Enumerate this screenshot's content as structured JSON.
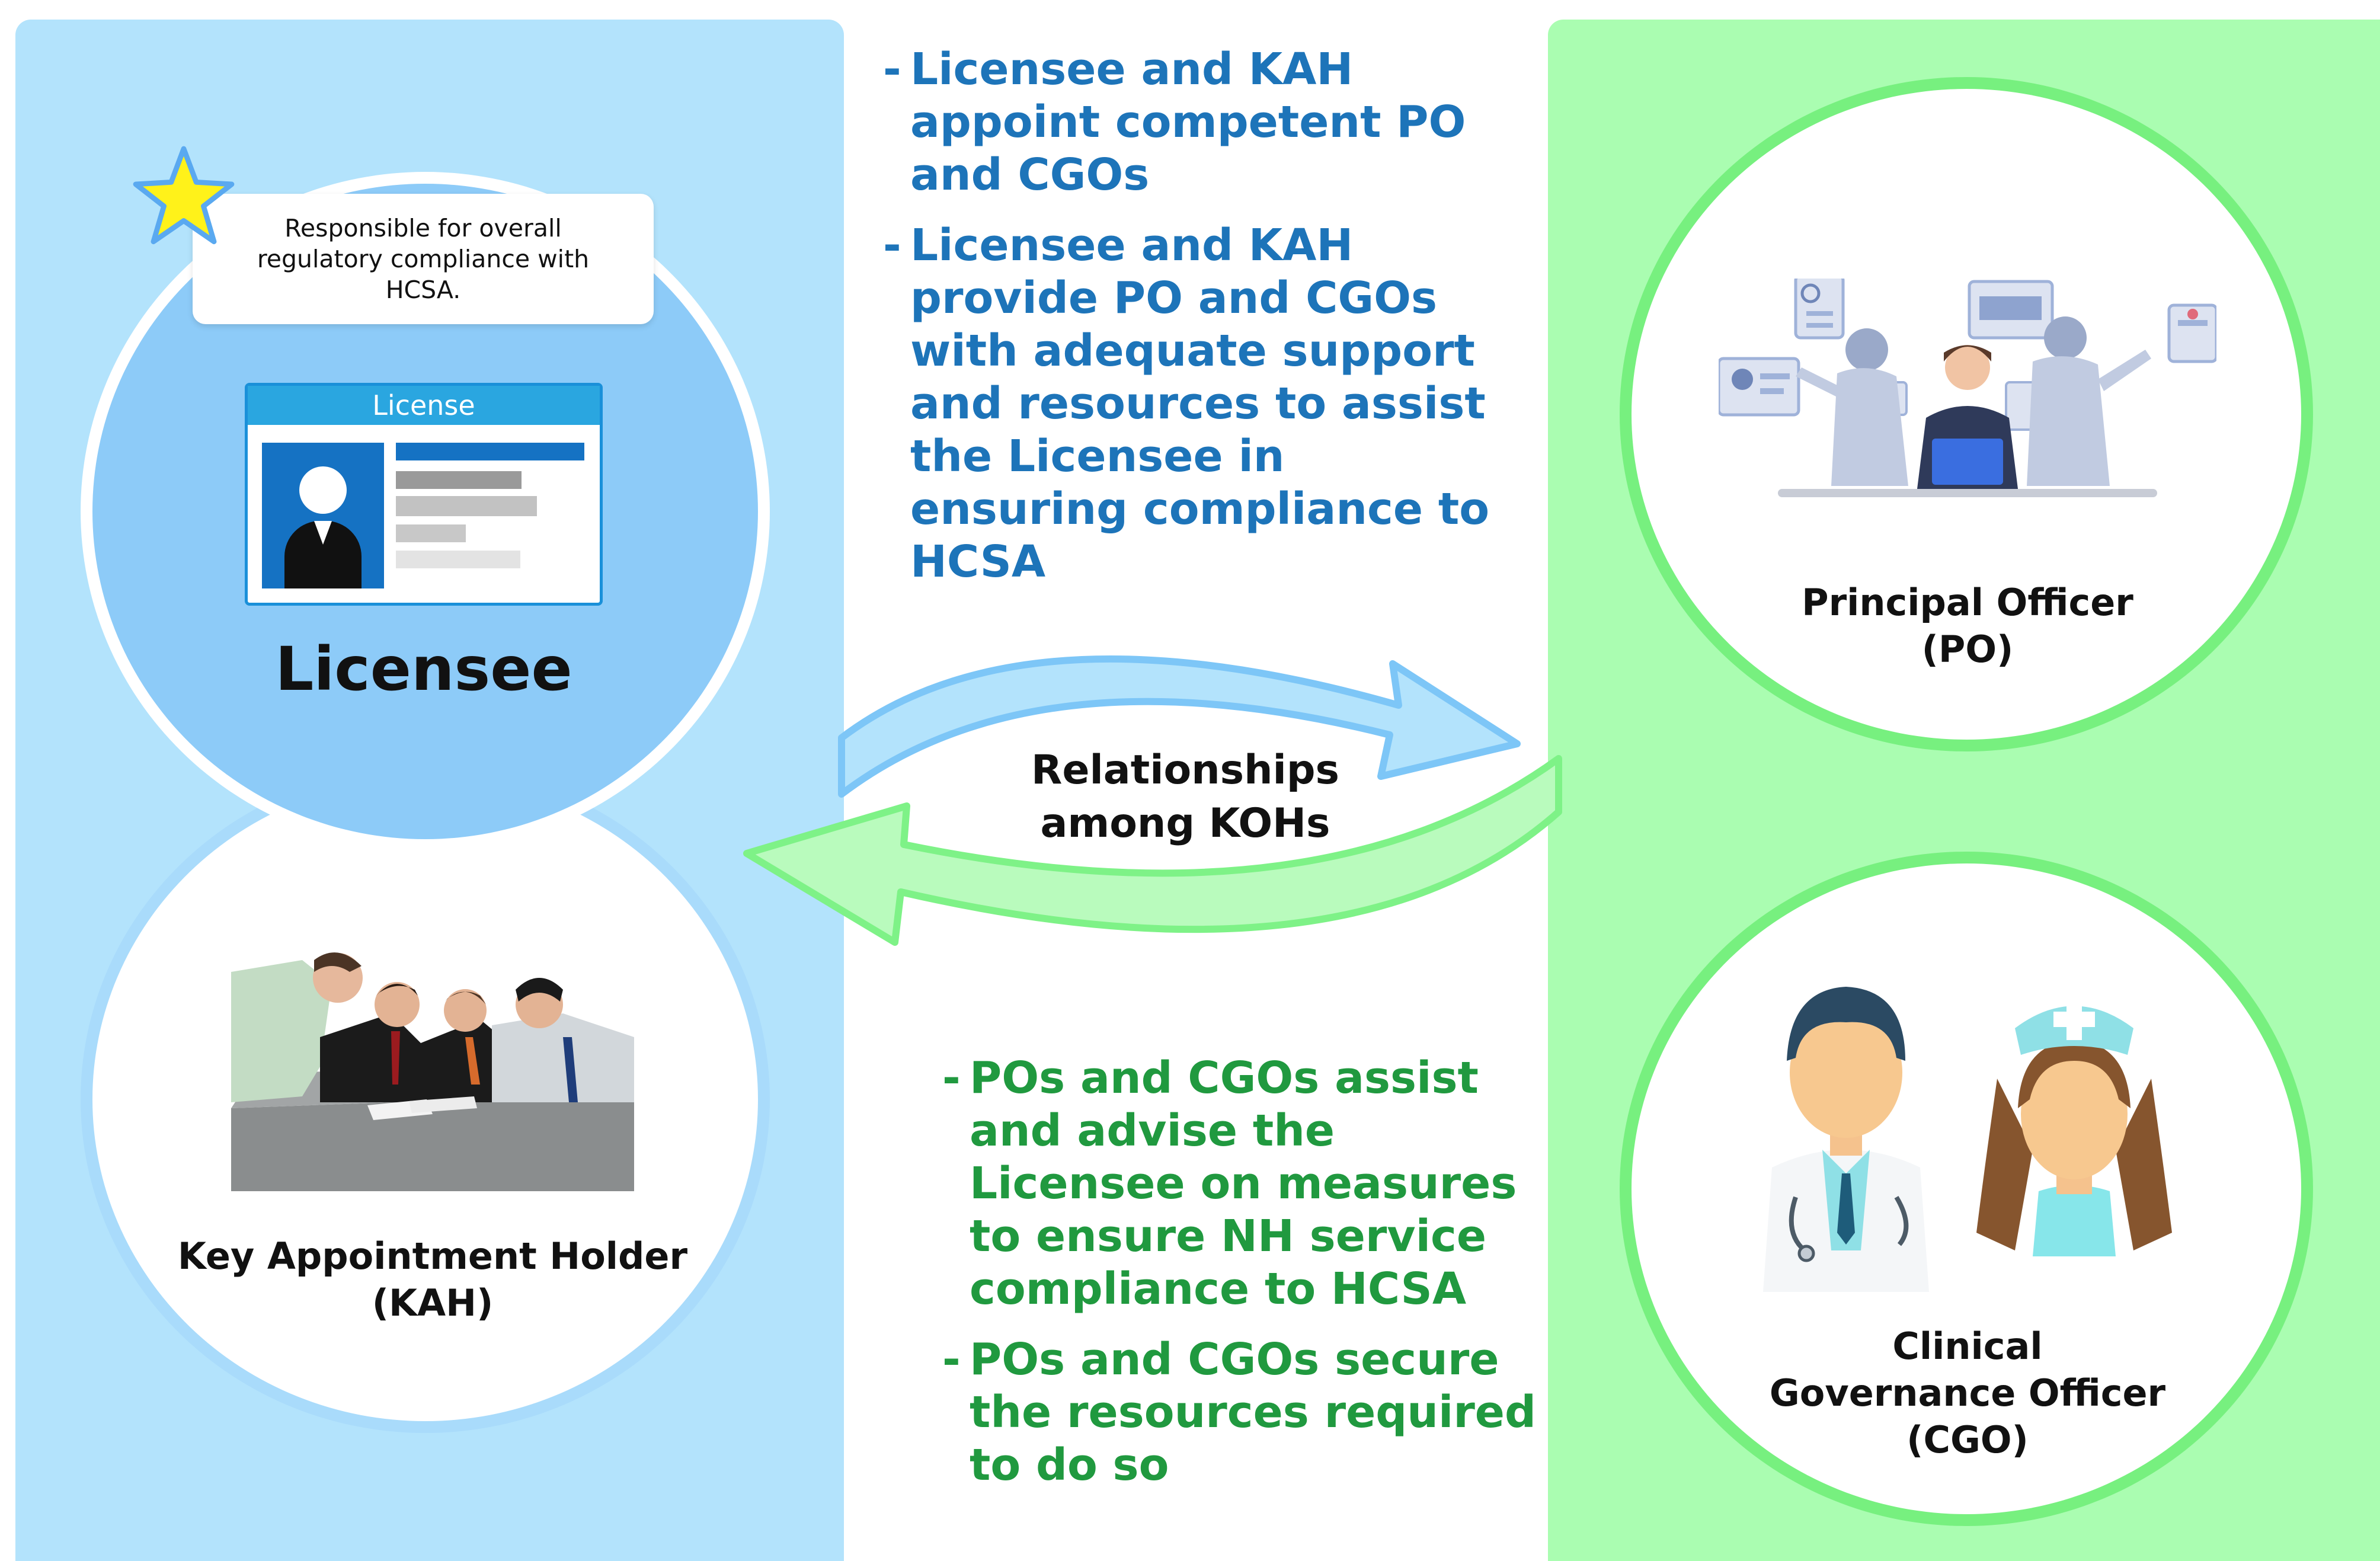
{
  "licensee": {
    "title": "Licensee",
    "card_header": "License",
    "callout": "Responsible for overall regulatory compliance with HCSA."
  },
  "kah": {
    "line1": "Key Appointment Holder",
    "line2": "(KAH)"
  },
  "po": {
    "line1": "Principal Officer",
    "line2": "(PO)"
  },
  "cgo": {
    "line1": "Clinical",
    "line2": "Governance Officer",
    "line3": "(CGO)"
  },
  "center": {
    "line1": "Relationships",
    "line2": "among KOHs"
  },
  "top_bullets": [
    "Licensee and KAH appoint competent PO and CGOs",
    "Licensee and KAH provide PO and CGOs with adequate support and resources to assist the Licensee in ensuring compliance to HCSA"
  ],
  "bottom_bullets": [
    "POs and CGOs assist and advise the Licensee on measures to ensure NH service compliance to HCSA",
    "POs and CGOs secure the resources required to do so"
  ],
  "bullet_marker": "-",
  "colors": {
    "left_panel": "#b3e3fc",
    "right_panel": "#aafdb1",
    "blue_text": "#1d74b9",
    "green_text": "#20993f",
    "blue_arrow": "#b3e3fc",
    "green_arrow": "#b9fbbd"
  },
  "icons": [
    "star-icon",
    "license-card-icon",
    "meeting-people-icon",
    "office-workers-icon",
    "doctor-icon",
    "nurse-icon"
  ]
}
